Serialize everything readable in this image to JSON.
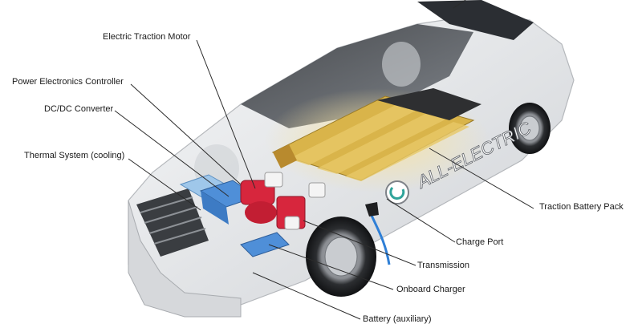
{
  "diagram": {
    "labels": {
      "electric_traction_motor": "Electric Traction Motor",
      "power_electronics_controller": "Power Electronics Controller",
      "dcdc_converter": "DC/DC Converter",
      "thermal_system": "Thermal System (cooling)",
      "traction_battery_pack": "Traction Battery Pack",
      "charge_port": "Charge Port",
      "transmission": "Transmission",
      "onboard_charger": "Onboard Charger",
      "battery_auxiliary": "Battery (auxiliary)"
    },
    "car_side_text": "ALL-ELECTRIC",
    "colors": {
      "body": "#e9eaec",
      "battery_cells": "#d9b44a",
      "battery_glow": "#f3d98a",
      "motor": "#d7263d",
      "dcdc": "#4f8fd8",
      "cooling": "#9fc7ea",
      "charge_cable": "#2f7fd6",
      "leader_lines": "#2b2b2b"
    }
  }
}
